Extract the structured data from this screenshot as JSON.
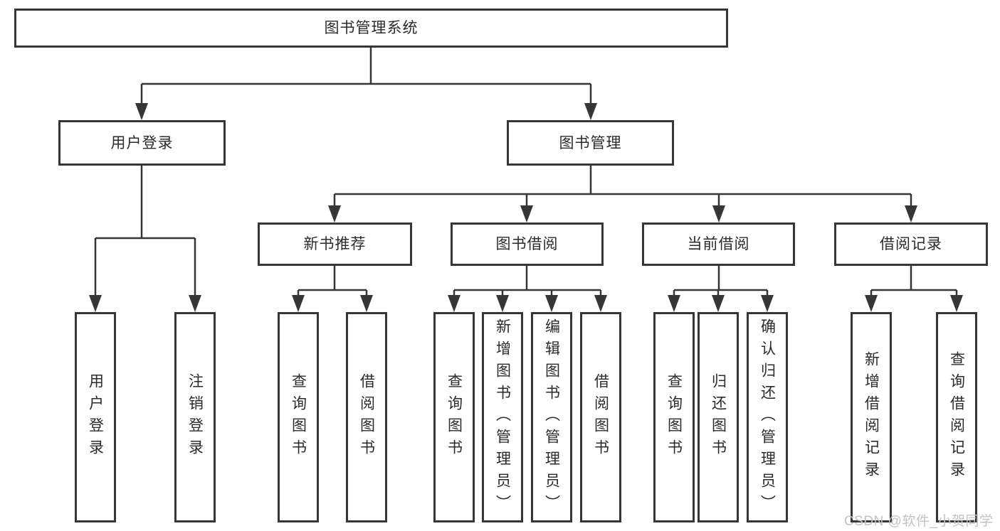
{
  "diagram": {
    "title": "图书管理系统",
    "type": "function-structure-tree",
    "colors": {
      "line": "#363636",
      "box_border": "#363636",
      "box_background": "#ffffff",
      "text": "#2b2b2b",
      "watermark": "#c3c3c3"
    },
    "tree": {
      "label": "图书管理系统",
      "children": [
        {
          "label": "用户登录",
          "children": [
            {
              "label": "用户登录"
            },
            {
              "label": "注销登录"
            }
          ]
        },
        {
          "label": "图书管理",
          "children": [
            {
              "label": "新书推荐",
              "children": [
                {
                  "label": "查询图书"
                },
                {
                  "label": "借阅图书"
                }
              ]
            },
            {
              "label": "图书借阅",
              "children": [
                {
                  "label": "查询图书"
                },
                {
                  "label": "新增图书（管理员）"
                },
                {
                  "label": "编辑图书（管理员）"
                },
                {
                  "label": "借阅图书"
                }
              ]
            },
            {
              "label": "当前借阅",
              "children": [
                {
                  "label": "查询图书"
                },
                {
                  "label": "归还图书"
                },
                {
                  "label": "确认归还（管理员）"
                }
              ]
            },
            {
              "label": "借阅记录",
              "children": [
                {
                  "label": "新增借阅记录"
                },
                {
                  "label": "查询借阅记录"
                }
              ]
            }
          ]
        }
      ]
    },
    "watermark": "CSDN @软件_小贺同学"
  }
}
